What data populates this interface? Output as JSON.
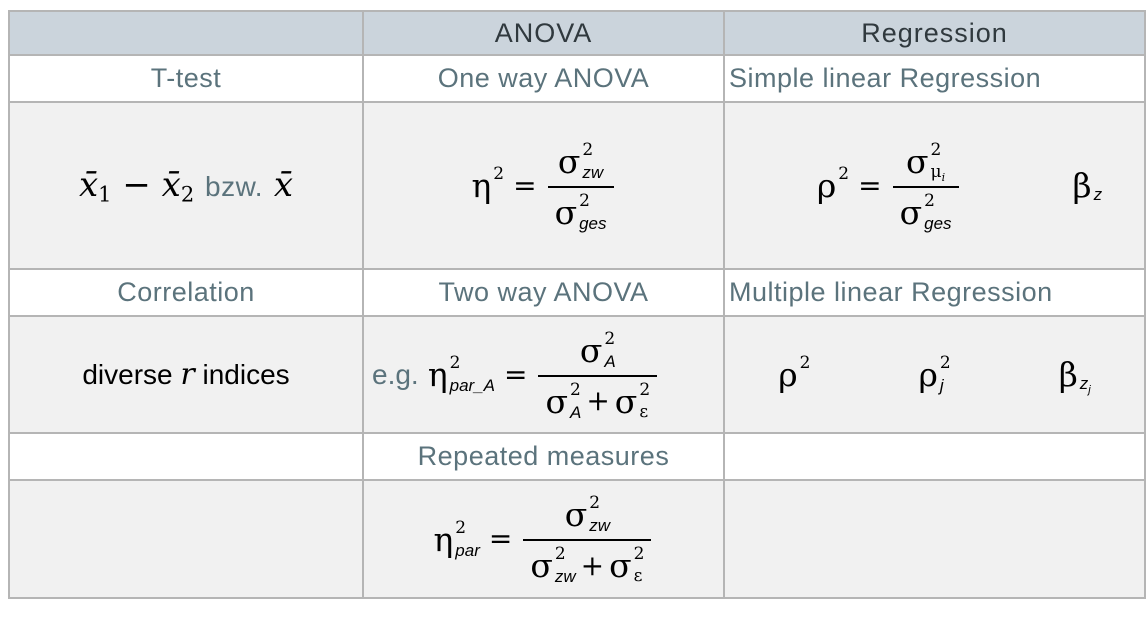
{
  "header": {
    "blank": "",
    "anova": "ANOVA",
    "regression": "Regression"
  },
  "labels": {
    "ttest": "T-test",
    "one_way": "One way ANOVA",
    "simple": "Simple linear Regression",
    "correlation": "Correlation",
    "two_way": "Two way ANOVA",
    "multiple": "Multiple linear Regression",
    "repeated": "Repeated measures"
  },
  "formulas": {
    "ttest": {
      "x1": "x̄",
      "s1": "1",
      "minus": "−",
      "x2": "x̄",
      "s2": "2",
      "conj": "bzw.",
      "x3": "x̄"
    },
    "eta_one_way": {
      "base": "η",
      "sup": "2",
      "eq": "=",
      "num": {
        "base": "σ",
        "sup": "2",
        "sub": "zw"
      },
      "den": {
        "base": "σ",
        "sup": "2",
        "sub": "ges"
      }
    },
    "rho_simple": {
      "base": "ρ",
      "sup": "2",
      "eq": "=",
      "num": {
        "base": "σ",
        "sup": "2",
        "sub": "μ",
        "subsub": "i"
      },
      "den": {
        "base": "σ",
        "sup": "2",
        "sub": "ges"
      }
    },
    "beta_simple": {
      "base": "β",
      "sub": "z"
    },
    "diverse": {
      "pre": "diverse",
      "r": "r",
      "post": "indices"
    },
    "eg": "e.g.",
    "eta_two_way": {
      "base": "η",
      "sup": "2",
      "sub": "par_A",
      "eq": "=",
      "num": {
        "base": "σ",
        "sup": "2",
        "sub": "A"
      },
      "den1": {
        "base": "σ",
        "sup": "2",
        "sub": "A"
      },
      "plus": "+",
      "den2": {
        "base": "σ",
        "sup": "2",
        "sub": "ε"
      }
    },
    "rho2": {
      "base": "ρ",
      "sup": "2"
    },
    "rho2j": {
      "base": "ρ",
      "sup": "2",
      "sub": "j"
    },
    "beta_zj": {
      "base": "β",
      "sub": "z",
      "subsub": "j"
    },
    "eta_repeated": {
      "base": "η",
      "sup": "2",
      "sub": "par",
      "eq": "=",
      "num": {
        "base": "σ",
        "sup": "2",
        "sub": "zw"
      },
      "den1": {
        "base": "σ",
        "sup": "2",
        "sub": "zw"
      },
      "plus": "+",
      "den2": {
        "base": "σ",
        "sup": "2",
        "sub": "ε"
      }
    }
  },
  "colors": {
    "header_bg": "#cbd4dc",
    "formula_row_bg": "#f1f1f1",
    "border": "#b5b5b5",
    "label_text": "#5b737c",
    "header_text": "#30393e",
    "formula_text": "#000000"
  }
}
